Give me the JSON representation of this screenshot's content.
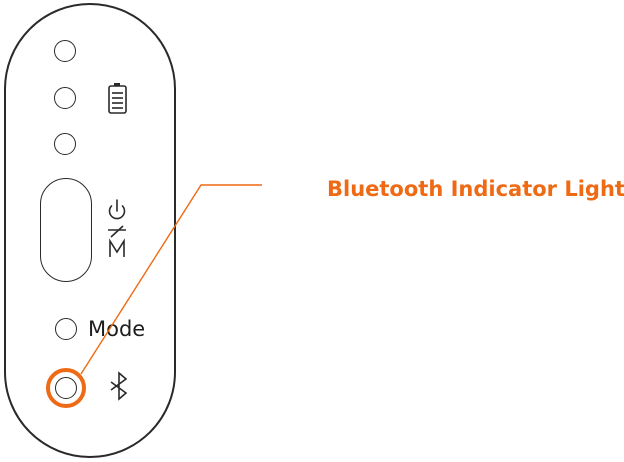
{
  "device": {
    "mode_label": "Mode",
    "power_symbol": "power-icon",
    "mode_symbol": "M"
  },
  "callout": {
    "label": "Bluetooth Indicator Light",
    "color": "#ee6a14"
  },
  "icons": {
    "battery": "battery-icon",
    "power": "power-icon",
    "bluetooth": "bluetooth-icon"
  },
  "colors": {
    "outline": "#2a2a2a",
    "accent": "#ee6a14"
  }
}
